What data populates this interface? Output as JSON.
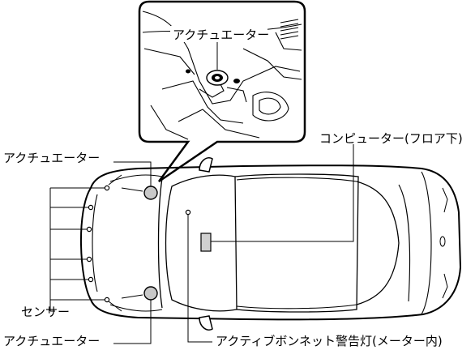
{
  "labels": {
    "actuator_inset": "アクチュエーター",
    "actuator_front": "アクチュエーター",
    "actuator_rear": "アクチュエーター",
    "sensor": "センサー",
    "computer": "コンピューター(フロア下)",
    "warning_lamp": "アクティブボンネット警告灯(メーター内)"
  }
}
